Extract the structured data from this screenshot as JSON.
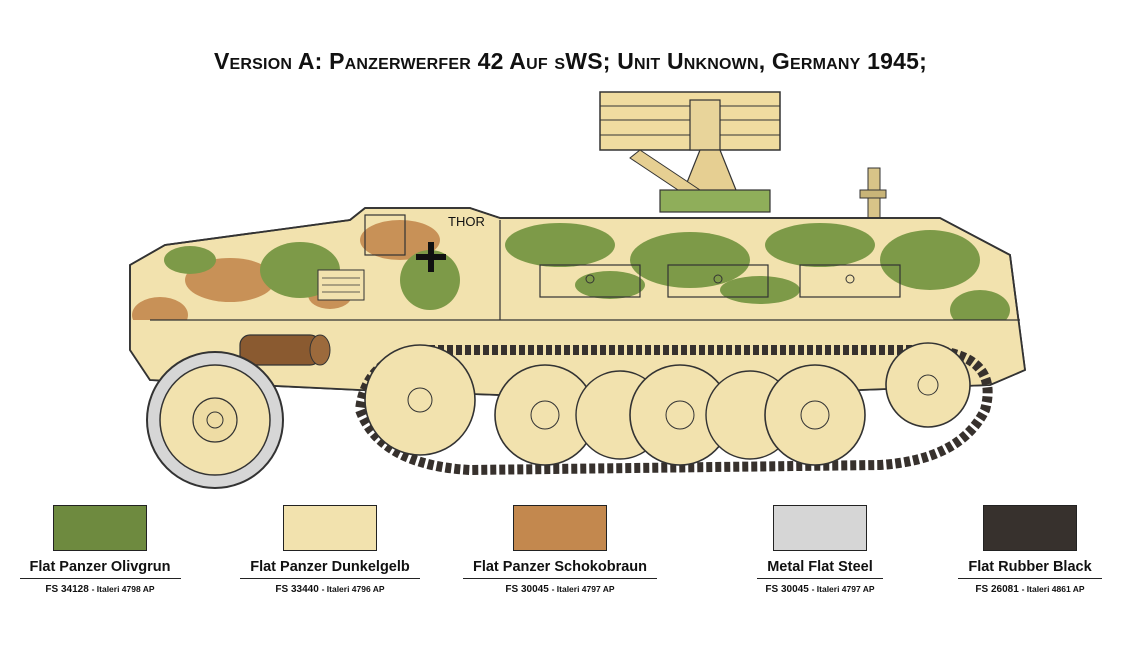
{
  "title": "Version  A: Panzerwerfer 42 Auf sWS; Unit Unknown, Germany 1945;",
  "vehicle": {
    "marking": "THOR",
    "side_icon": "balkenkreuz-icon"
  },
  "colors": [
    {
      "name": "Flat Panzer Olivgrun",
      "fs": "FS 34128",
      "italeri": "- Italeri 4798 AP",
      "hex": "#6e8a3f"
    },
    {
      "name": "Flat Panzer Dunkelgelb",
      "fs": "FS 33440",
      "italeri": "- Italeri 4796 AP",
      "hex": "#f2e2ae"
    },
    {
      "name": "Flat Panzer Schokobraun",
      "fs": "FS 30045",
      "italeri": "- Italeri 4797 AP",
      "hex": "#c3884e"
    },
    {
      "name": "Metal Flat Steel",
      "fs": "FS 30045",
      "italeri": "- Italeri 4797 AP",
      "hex": "#d6d6d6"
    },
    {
      "name": "Flat Rubber Black",
      "fs": "FS 26081",
      "italeri": "- Italeri 4861 AP",
      "hex": "#37312d"
    }
  ]
}
